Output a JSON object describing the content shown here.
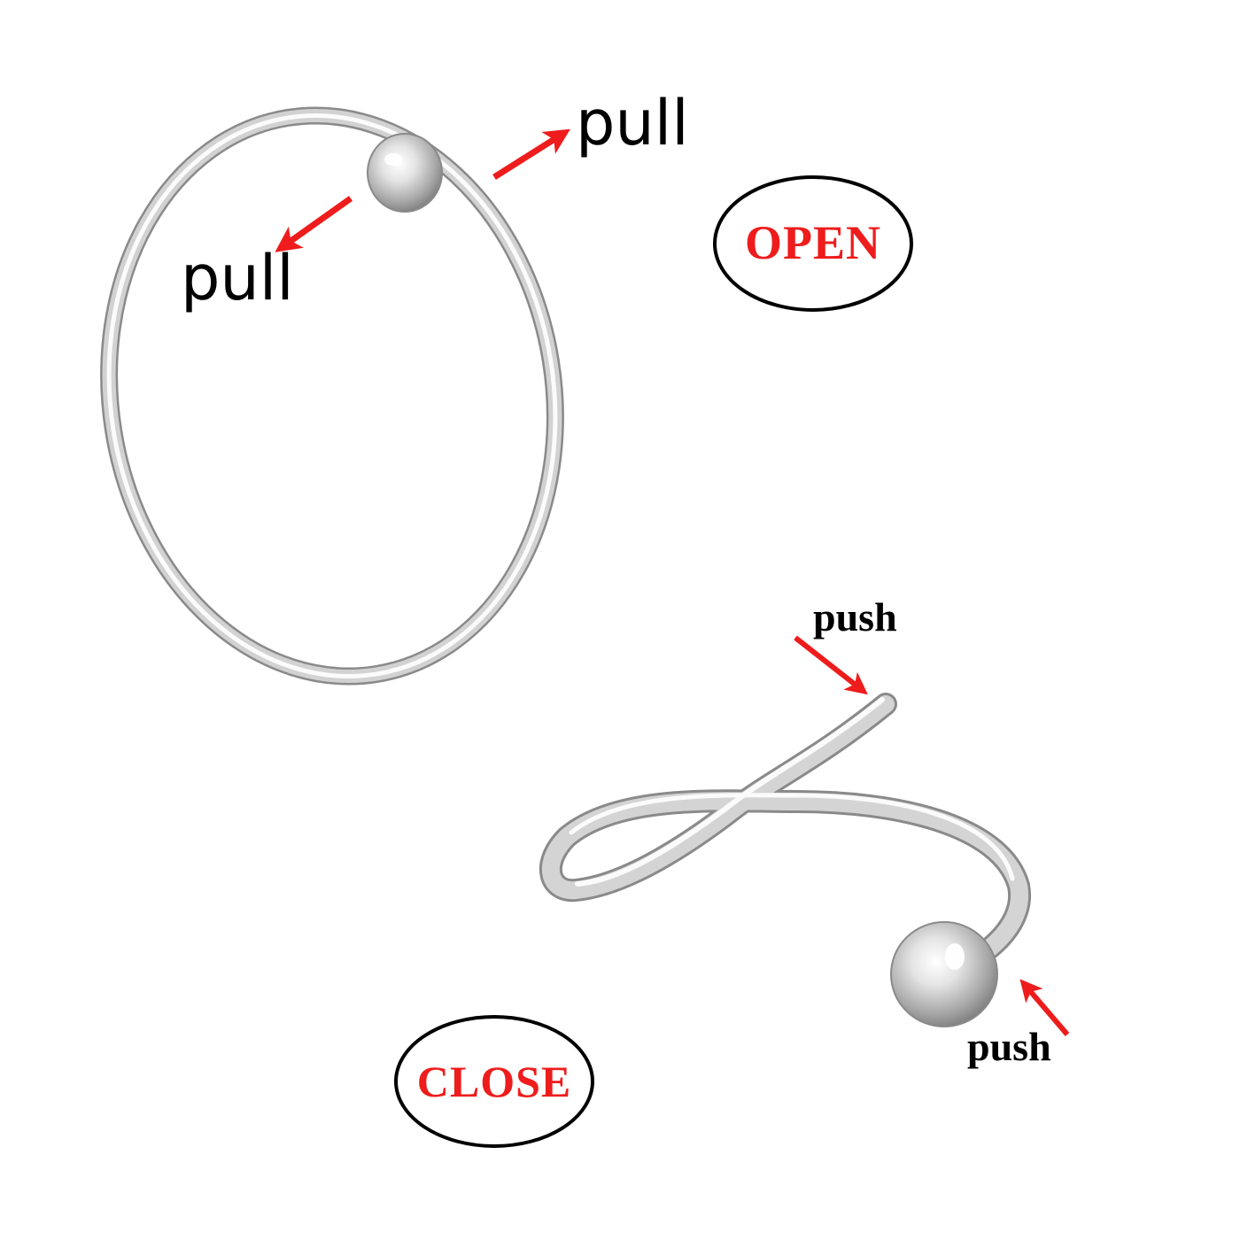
{
  "labels": {
    "pull_upper": "pull",
    "pull_lower": "pull",
    "push_upper": "push",
    "push_lower": "push"
  },
  "badges": {
    "open": "OPEN",
    "close": "CLOSE"
  },
  "colors": {
    "arrow": "#ee1c1c",
    "badge_text": "#ee1c1c",
    "badge_outline": "#000000",
    "label_text": "#000000",
    "metal_light": "#f6f6f6",
    "metal_mid": "#c9c9c9",
    "metal_dark": "#8e8e8e"
  },
  "icons": {
    "ring_open": "hoop-ring-with-ball-icon",
    "ring_closed": "twisted-nose-ring-icon",
    "arrow": "red-arrow-icon"
  }
}
